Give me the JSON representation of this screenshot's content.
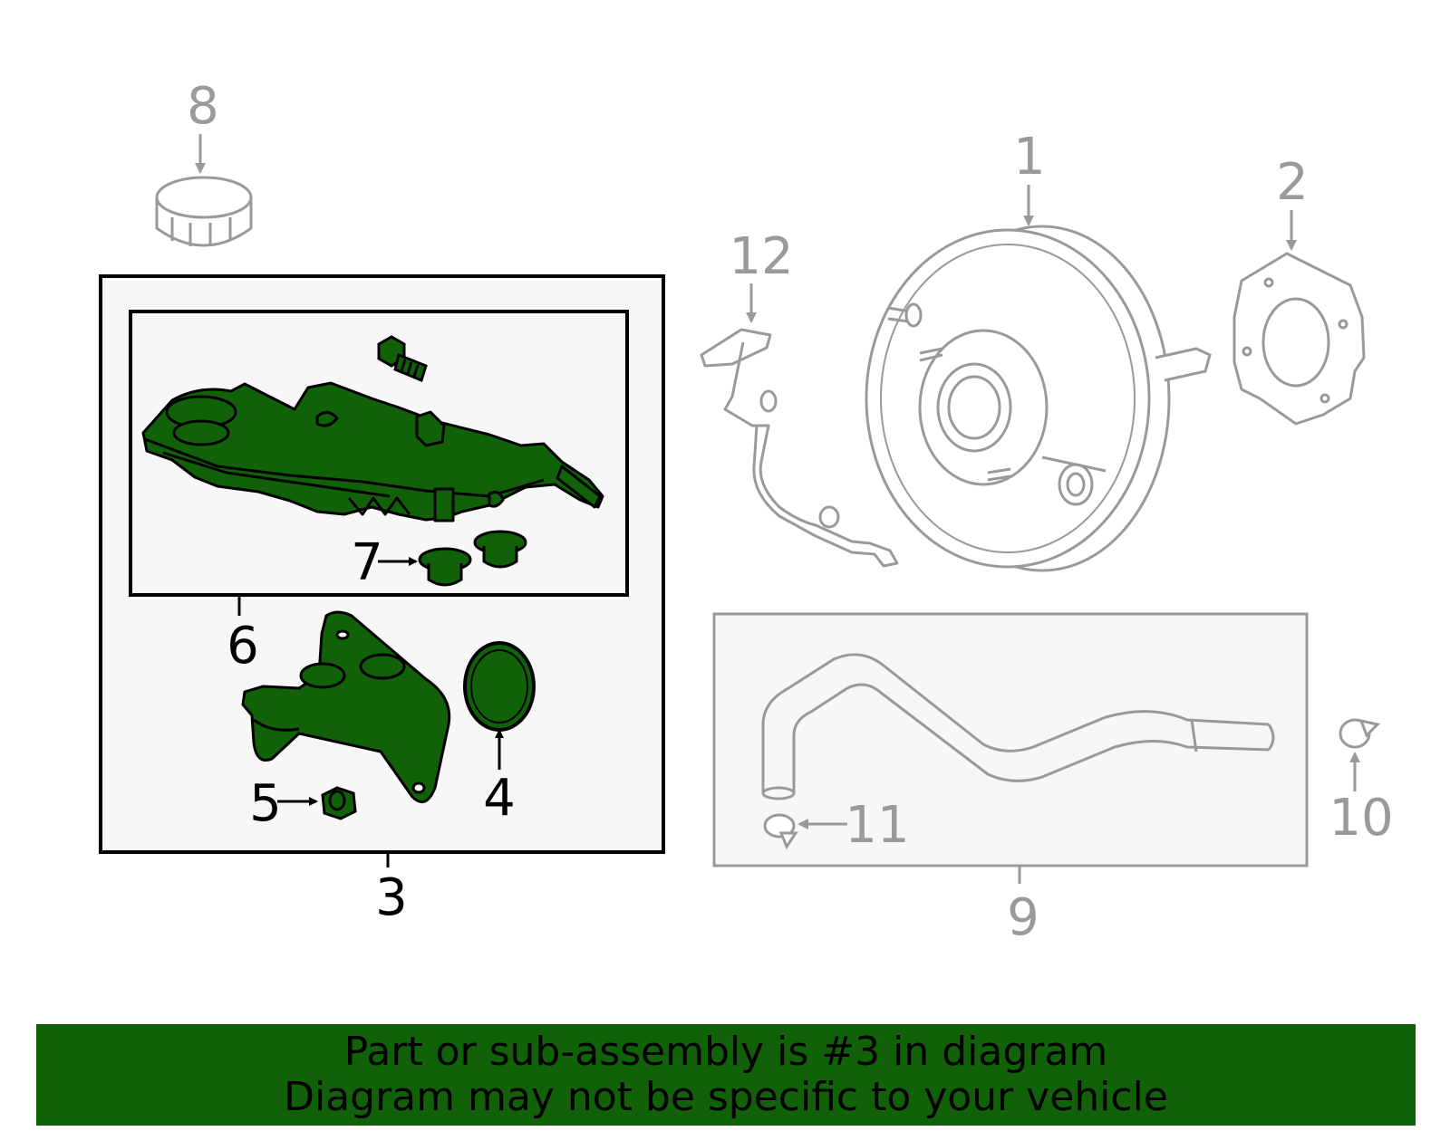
{
  "colors": {
    "highlight_fill": "#116109",
    "active_stroke": "#000000",
    "inactive_stroke": "#9a9a9a",
    "box_fill": "#f7f7f7",
    "banner_bg": "#116109"
  },
  "callouts": {
    "c1": "1",
    "c2": "2",
    "c3": "3",
    "c4": "4",
    "c5": "5",
    "c6": "6",
    "c7": "7",
    "c8": "8",
    "c9": "9",
    "c10": "10",
    "c11": "11",
    "c12": "12"
  },
  "banner": {
    "line1": "Part or sub-assembly is #3 in diagram",
    "line2": "Diagram may not be specific to your vehicle"
  }
}
